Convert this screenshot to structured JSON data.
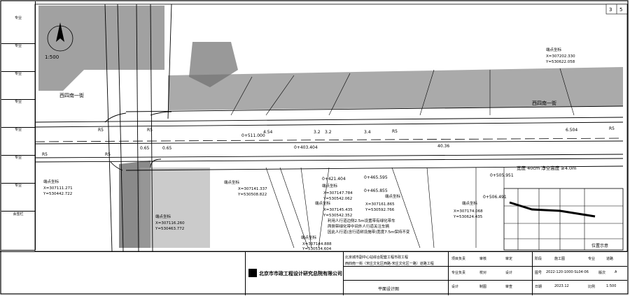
{
  "sheet": {
    "page_mark": "3",
    "page_total": "5",
    "scale_label": "1:500"
  },
  "left_strip": [
    "会签栏",
    "专业",
    "专业",
    "专业",
    "专业",
    "专业",
    "专业",
    "专业"
  ],
  "roads": {
    "main_label": "西四南一街",
    "center_stake_labels": [
      "0+403.404",
      "0+421.404",
      "0+465.595",
      "0+465.855",
      "0+505.951",
      "0+506.491",
      "0+511.000"
    ],
    "width_labels": [
      "R5",
      "R5",
      "R5",
      "R5",
      "R5",
      "R5",
      "0.65",
      "0.65",
      "4.54",
      "3.2",
      "3.2",
      "3.4",
      "40.36",
      "6.504"
    ],
    "section_note": "宽度 40cm  净空高度 ≥4.0m"
  },
  "callouts": [
    {
      "title": "端点坐标",
      "lines": [
        "X=307141.337",
        "Y=530508.822"
      ]
    },
    {
      "title": "端点坐标",
      "lines": [
        "X=307147.784",
        "Y=530542.062"
      ]
    },
    {
      "title": "端点坐标",
      "lines": [
        "X=307145.435",
        "Y=530542.352"
      ]
    },
    {
      "title": "端点坐标",
      "lines": [
        "X=307161.865",
        "Y=530592.766"
      ]
    },
    {
      "title": "端点坐标",
      "lines": [
        "X=307174.068",
        "Y=530624.435"
      ]
    },
    {
      "title": "端点坐标",
      "lines": [
        "X=307144.888",
        "Y=530534.604"
      ]
    },
    {
      "title": "端点坐标",
      "lines": [
        "X=307116.260",
        "Y=530463.772"
      ]
    },
    {
      "title": "端点坐标",
      "lines": [
        "X=307111.271",
        "Y=530442.722"
      ]
    },
    {
      "title": "端点坐标",
      "lines": [
        "X=307202.330",
        "Y=530622.058"
      ]
    }
  ],
  "notes": [
    "利用人行道边侧2.5m设置带有绿化带车",
    "两侧带绿化带中间外人行道关注车辆",
    "因此人行道(含行道树设施带)宽度7.5m保持不变"
  ],
  "title_block": {
    "org": "北京市市政工程设计研究总院有限公司",
    "project_line1": "北京城市副中心站综合配套工程市政工程",
    "project_line2": "西四南一街（宋庄文化区西路-宋庄文化区一路）道路工程",
    "drawing_name": "平面设计图",
    "rows": [
      [
        "项目负责",
        "",
        "审核",
        "",
        "审定",
        ""
      ],
      [
        "专业负责",
        "",
        "校对",
        "",
        "设计",
        ""
      ],
      [
        "设计",
        "",
        "制图",
        "",
        "审查",
        ""
      ]
    ],
    "right": [
      [
        "阶段",
        "施工图",
        "专业",
        "道路"
      ],
      [
        "图号",
        "2022-120-1000-SL04-06",
        "版次",
        "A"
      ],
      [
        "日期",
        "2023.12",
        "比例",
        "1:500"
      ]
    ]
  },
  "inset_map": {
    "label": "位置示意"
  },
  "colors": {
    "line": "#000000",
    "fill_gray": "#8a8a8a",
    "band_gray": "#9b9b9b",
    "bg": "#ffffff"
  }
}
